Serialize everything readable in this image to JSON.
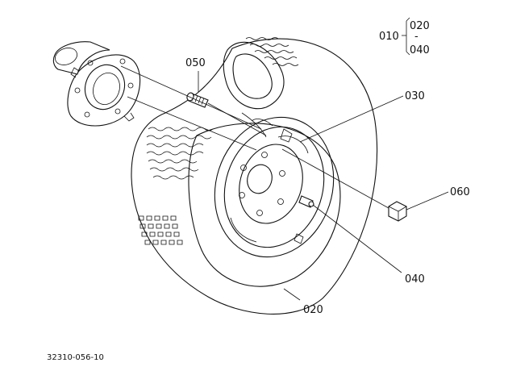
{
  "labels": {
    "assembly": "010",
    "tire": "020",
    "tube_group": "040",
    "rim": "030",
    "stud": "050",
    "nut": "060",
    "valve": "040",
    "tire_bottom": "020",
    "separator": "-"
  },
  "drawing_number": "32310-056-10"
}
